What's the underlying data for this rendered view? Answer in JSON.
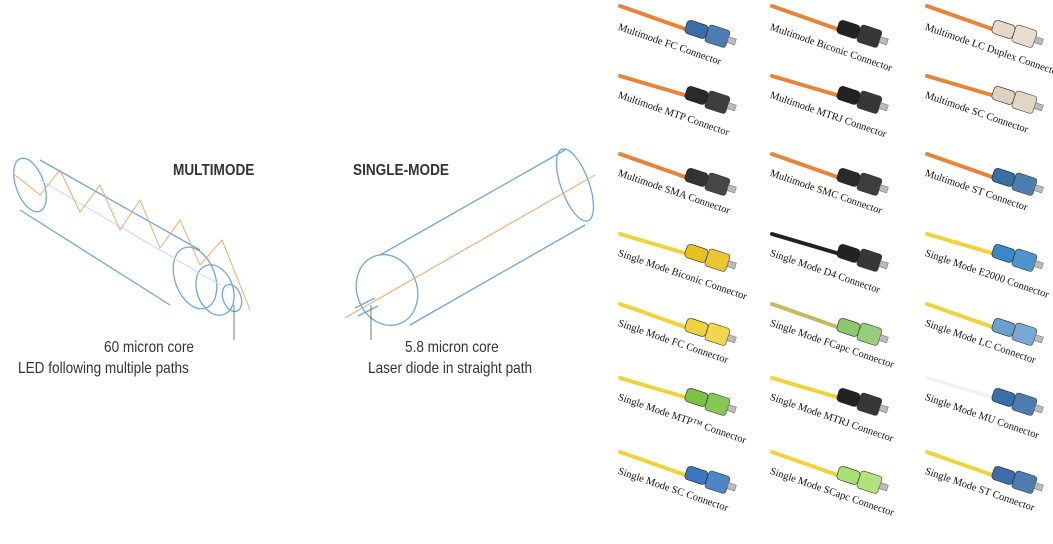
{
  "diagram": {
    "multimode": {
      "title": "MULTIMODE",
      "core_label": "60 micron core",
      "description": "LED following multiple paths"
    },
    "singlemode": {
      "title": "SINGLE-MODE",
      "core_label": "5.8 micron core",
      "description": "Laser diode in straight path"
    }
  },
  "colors": {
    "fiber_outline": "#6fa8d6",
    "light_path": "#f0a060",
    "multimode_cable": "#e8843a",
    "singlemode_cable": "#f2d23a"
  },
  "connectors": [
    [
      {
        "name": "Multimode FC Connector",
        "cable": "#e8843a",
        "body": "#3a6ea8"
      },
      {
        "name": "Multimode MTP Connector",
        "cable": "#e8843a",
        "body": "#2a2a2a"
      },
      {
        "name": "Multimode SMA Connector",
        "cable": "#e8843a",
        "body": "#333333"
      },
      {
        "name": "Single Mode Biconic Connector",
        "cable": "#f2d23a",
        "body": "#e8c020"
      },
      {
        "name": "Single Mode FC Connector",
        "cable": "#f2d23a",
        "body": "#f2d23a"
      },
      {
        "name": "Single Mode MTP™ Connector",
        "cable": "#f2d23a",
        "body": "#7cc242"
      },
      {
        "name": "Single Mode SC Connector",
        "cable": "#f2d23a",
        "body": "#3a78c0"
      }
    ],
    [
      {
        "name": "Multimode Biconic Connector",
        "cable": "#e8843a",
        "body": "#222222"
      },
      {
        "name": "Multimode MTRJ Connector",
        "cable": "#e8843a",
        "body": "#222222"
      },
      {
        "name": "Multimode SMC Connector",
        "cable": "#e8843a",
        "body": "#2a2a2a"
      },
      {
        "name": "Single Mode D4 Connector",
        "cable": "#222222",
        "body": "#222222"
      },
      {
        "name": "Single Mode FCapc Connector",
        "cable": "#c8b860",
        "body": "#8cc870"
      },
      {
        "name": "Single Mode MTRJ Connector",
        "cable": "#f2d23a",
        "body": "#222222"
      },
      {
        "name": "Single Mode SCapc Connector",
        "cable": "#f2d23a",
        "body": "#a8e070"
      }
    ],
    [
      {
        "name": "Multimode LC Duplex Connector",
        "cable": "#e8843a",
        "body": "#e8d8c8"
      },
      {
        "name": "Multimode SC Connector",
        "cable": "#e8843a",
        "body": "#e0d0c0"
      },
      {
        "name": "Multimode ST Connector",
        "cable": "#e8843a",
        "body": "#3a6ea8"
      },
      {
        "name": "Single Mode E2000 Connector",
        "cable": "#f2d23a",
        "body": "#3a88c8"
      },
      {
        "name": "Single Mode LC Connector",
        "cable": "#f2d23a",
        "body": "#6aa0d0"
      },
      {
        "name": "Single Mode MU Connector",
        "cable": "#f2f2f2",
        "body": "#3a6ea8"
      },
      {
        "name": "Single Mode ST Connector",
        "cable": "#f2d23a",
        "body": "#3a6ea8"
      }
    ]
  ]
}
